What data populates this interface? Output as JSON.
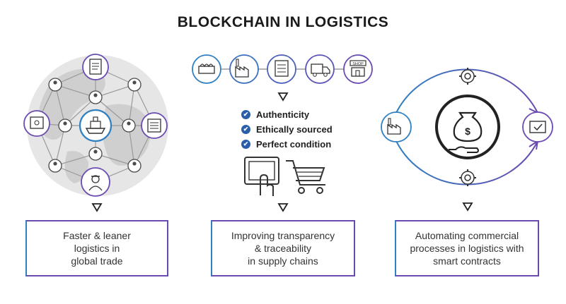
{
  "title": "BLOCKCHAIN IN LOGISTICS",
  "panels": [
    {
      "caption": "Faster & leaner\nlogistics in\nglobal trade"
    },
    {
      "caption": "Improving transparency\n& traceability\nin supply chains"
    },
    {
      "caption": "Automating commercial\nprocesses in logistics with\nsmart contracts"
    }
  ],
  "checklist": [
    "Authenticity",
    "Ethically sourced",
    "Perfect condition"
  ],
  "shop_sign": "SHOP",
  "colors": {
    "blue": "#2f7fc1",
    "purple": "#6a4bb0",
    "dark": "#222222",
    "globe": "#d9d9d9"
  }
}
